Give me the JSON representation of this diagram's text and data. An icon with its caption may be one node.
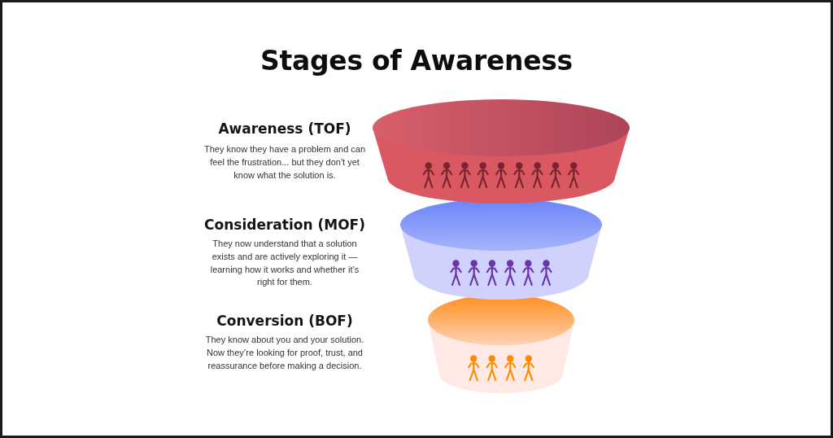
{
  "diagram": {
    "title": "Stages of Awareness",
    "nodes": [
      {
        "text": [],
        "shape": "cylinder",
        "beside": [
          "Awareness (TOF)",
          "They know they have a problem and can feel the frustration... but they don't yet know what the solution is."
        ]
      },
      {
        "text": [],
        "shape": "cylinder",
        "beside": [
          "Consideration (MOF)",
          "They now understand that a solution exists and are actively exploring it — learning how it works and whether it’s right for them."
        ]
      },
      {
        "text": [],
        "shape": "cylinder",
        "beside": [
          "Conversion (BOF)",
          "They know about you and your solution. Now they’re looking for proof, trust, and reassurance before making a decision."
        ]
      }
    ]
  }
}
